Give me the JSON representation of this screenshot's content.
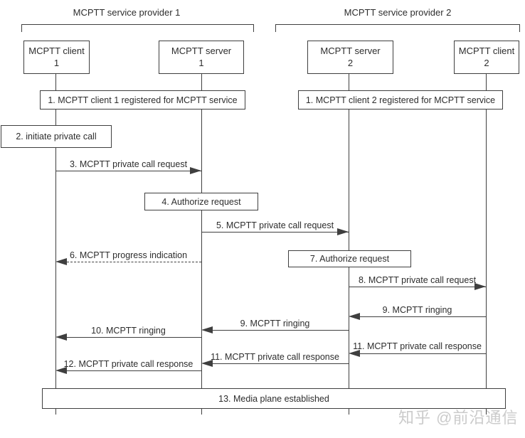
{
  "diagram": {
    "title_context": "MCPTT private call setup sequence",
    "providers": [
      {
        "label": "MCPTT service provider 1"
      },
      {
        "label": "MCPTT service provider 2"
      }
    ],
    "actors": [
      {
        "id": "mcptt-client-1",
        "line1": "MCPTT client",
        "line2": "1"
      },
      {
        "id": "mcptt-server-1",
        "line1": "MCPTT server",
        "line2": "1"
      },
      {
        "id": "mcptt-server-2",
        "line1": "MCPTT server",
        "line2": "2"
      },
      {
        "id": "mcptt-client-2",
        "line1": "MCPTT client",
        "line2": "2"
      }
    ],
    "boxes": [
      {
        "id": "registered-1",
        "label": "1. MCPTT client 1 registered for MCPTT service"
      },
      {
        "id": "registered-2",
        "label": "1. MCPTT  client 2 registered for MCPTT service"
      },
      {
        "id": "initiate-call",
        "label": "2. initiate private call"
      },
      {
        "id": "authorize-request-1",
        "label": "4. Authorize request"
      },
      {
        "id": "authorize-request-2",
        "label": "7. Authorize request"
      },
      {
        "id": "media-plane",
        "label": "13. Media plane established"
      }
    ],
    "messages": [
      {
        "id": "msg-3",
        "label": "3. MCPTT private call request",
        "from": "mcptt-client-1",
        "to": "mcptt-server-1",
        "style": "solid"
      },
      {
        "id": "msg-5",
        "label": "5. MCPTT private call request",
        "from": "mcptt-server-1",
        "to": "mcptt-server-2",
        "style": "solid"
      },
      {
        "id": "msg-6",
        "label": "6. MCPTT progress indication",
        "from": "mcptt-server-1",
        "to": "mcptt-client-1",
        "style": "dashed"
      },
      {
        "id": "msg-8",
        "label": "8. MCPTT private call request",
        "from": "mcptt-server-2",
        "to": "mcptt-client-2",
        "style": "solid"
      },
      {
        "id": "msg-9a",
        "label": "9. MCPTT ringing",
        "from": "mcptt-client-2",
        "to": "mcptt-server-2",
        "style": "solid"
      },
      {
        "id": "msg-9b",
        "label": "9. MCPTT ringing",
        "from": "mcptt-server-2",
        "to": "mcptt-server-1",
        "style": "solid"
      },
      {
        "id": "msg-10",
        "label": "10. MCPTT ringing",
        "from": "mcptt-server-1",
        "to": "mcptt-client-1",
        "style": "solid"
      },
      {
        "id": "msg-11a",
        "label": "11. MCPTT private call response",
        "from": "mcptt-client-2",
        "to": "mcptt-server-2",
        "style": "solid"
      },
      {
        "id": "msg-11b",
        "label": "11. MCPTT private call response",
        "from": "mcptt-server-2",
        "to": "mcptt-server-1",
        "style": "solid"
      },
      {
        "id": "msg-12",
        "label": "12. MCPTT private call response",
        "from": "mcptt-server-1",
        "to": "mcptt-client-1",
        "style": "solid"
      }
    ],
    "watermark": "知乎 @前沿通信",
    "colors": {
      "line": "#3f3f3f",
      "text": "#2d2d2d",
      "background": "#ffffff",
      "watermark": "#cbcbcb"
    }
  }
}
